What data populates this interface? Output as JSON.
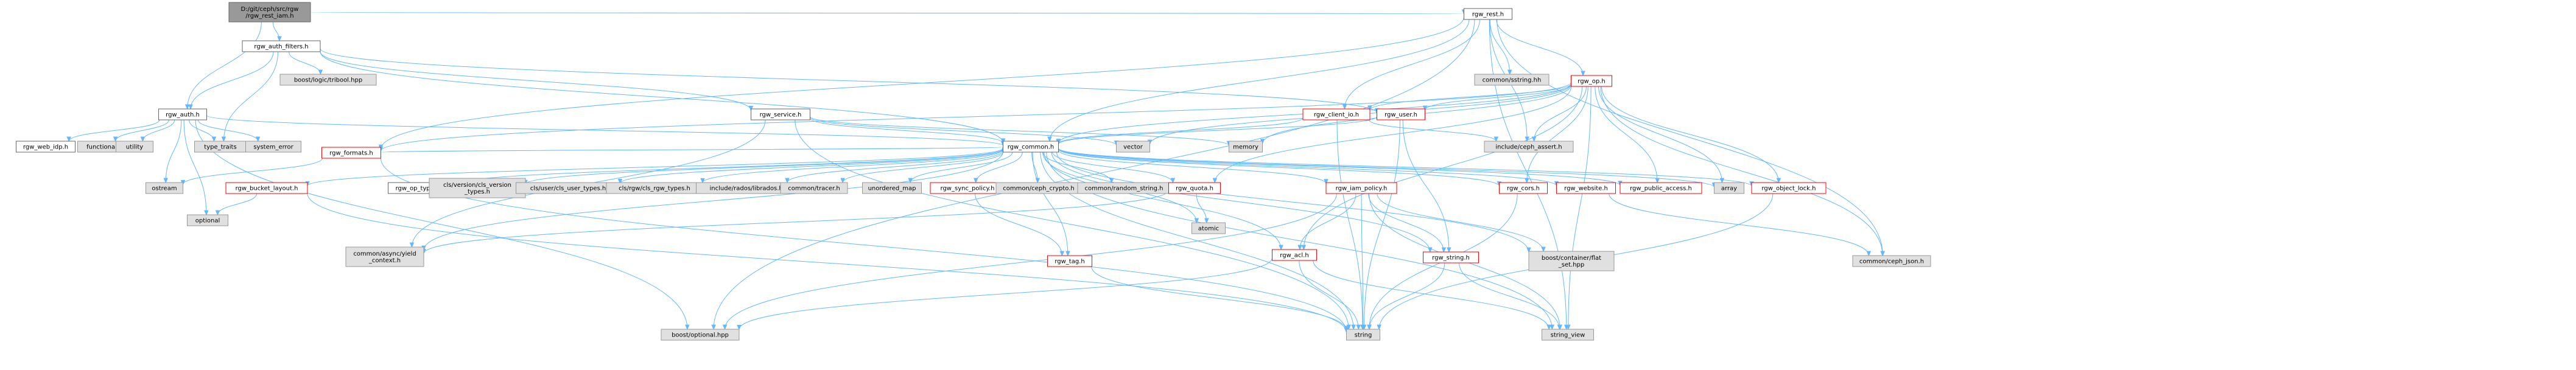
{
  "colors": {
    "edge": "#63b8ff",
    "root_fill": "#999999",
    "root_stroke": "#666666",
    "internal_fill": "#ffffff",
    "internal_stroke": "#666666",
    "external_fill": "#e0e0e0",
    "external_stroke": "#999999",
    "linked_stroke": "#ff0000",
    "text": "#000000"
  },
  "nodes": [
    {
      "id": "root",
      "lines": [
        "D:/git/ceph/src/rgw",
        "/rgw_rest_iam.h"
      ],
      "kind": "root"
    },
    {
      "id": "rgw_rest",
      "lines": [
        "rgw_rest.h"
      ],
      "kind": "internal"
    },
    {
      "id": "rgw_auth_filters",
      "lines": [
        "rgw_auth_filters.h"
      ],
      "kind": "internal"
    },
    {
      "id": "rgw_auth",
      "lines": [
        "rgw_auth.h"
      ],
      "kind": "internal"
    },
    {
      "id": "common_sstring",
      "lines": [
        "common/sstring.hh"
      ],
      "kind": "external"
    },
    {
      "id": "rgw_op",
      "lines": [
        "rgw_op.h"
      ],
      "kind": "linked"
    },
    {
      "id": "boost_tribool",
      "lines": [
        "boost/logic/tribool.hpp"
      ],
      "kind": "external"
    },
    {
      "id": "rgw_service",
      "lines": [
        "rgw_service.h"
      ],
      "kind": "internal"
    },
    {
      "id": "rgw_client_io",
      "lines": [
        "rgw_client_io.h"
      ],
      "kind": "linked"
    },
    {
      "id": "rgw_user",
      "lines": [
        "rgw_user.h"
      ],
      "kind": "linked"
    },
    {
      "id": "rgw_web_idp",
      "lines": [
        "rgw_web_idp.h"
      ],
      "kind": "internal"
    },
    {
      "id": "functional",
      "lines": [
        "functional"
      ],
      "kind": "external"
    },
    {
      "id": "utility",
      "lines": [
        "utility"
      ],
      "kind": "external"
    },
    {
      "id": "type_traits",
      "lines": [
        "type_traits"
      ],
      "kind": "external"
    },
    {
      "id": "system_error",
      "lines": [
        "system_error"
      ],
      "kind": "external"
    },
    {
      "id": "rgw_formats",
      "lines": [
        "rgw_formats.h"
      ],
      "kind": "linked"
    },
    {
      "id": "rgw_common",
      "lines": [
        "rgw_common.h"
      ],
      "kind": "internal"
    },
    {
      "id": "vector",
      "lines": [
        "vector"
      ],
      "kind": "external"
    },
    {
      "id": "memory",
      "lines": [
        "memory"
      ],
      "kind": "external"
    },
    {
      "id": "include_ceph_assert",
      "lines": [
        "include/ceph_assert.h"
      ],
      "kind": "external"
    },
    {
      "id": "cstream",
      "lines": [
        "ostream"
      ],
      "kind": "external"
    },
    {
      "id": "rgw_bucket_layout",
      "lines": [
        "rgw_bucket_layout.h"
      ],
      "kind": "linked"
    },
    {
      "id": "optional",
      "lines": [
        "optional"
      ],
      "kind": "external"
    },
    {
      "id": "rgw_op_type",
      "lines": [
        "rgw_op_type.h"
      ],
      "kind": "internal"
    },
    {
      "id": "cls_version",
      "lines": [
        "cls/version/cls_version",
        "_types.h"
      ],
      "kind": "external"
    },
    {
      "id": "cls_user",
      "lines": [
        "cls/user/cls_user_types.h"
      ],
      "kind": "external"
    },
    {
      "id": "cls_rgw",
      "lines": [
        "cls/rgw/cls_rgw_types.h"
      ],
      "kind": "external"
    },
    {
      "id": "librados",
      "lines": [
        "include/rados/librados.hpp"
      ],
      "kind": "external"
    },
    {
      "id": "tracer",
      "lines": [
        "common/tracer.h"
      ],
      "kind": "external"
    },
    {
      "id": "unordered_map",
      "lines": [
        "unordered_map"
      ],
      "kind": "external"
    },
    {
      "id": "rgw_sync_policy",
      "lines": [
        "rgw_sync_policy.h"
      ],
      "kind": "linked"
    },
    {
      "id": "ceph_crypto",
      "lines": [
        "common/ceph_crypto.h"
      ],
      "kind": "external"
    },
    {
      "id": "random_string",
      "lines": [
        "common/random_string.h"
      ],
      "kind": "external"
    },
    {
      "id": "rgw_quota",
      "lines": [
        "rgw_quota.h"
      ],
      "kind": "linked"
    },
    {
      "id": "rgw_iam_policy",
      "lines": [
        "rgw_iam_policy.h"
      ],
      "kind": "linked"
    },
    {
      "id": "rgw_cors",
      "lines": [
        "rgw_cors.h"
      ],
      "kind": "linked"
    },
    {
      "id": "rgw_website",
      "lines": [
        "rgw_website.h"
      ],
      "kind": "linked"
    },
    {
      "id": "rgw_public_access",
      "lines": [
        "rgw_public_access.h"
      ],
      "kind": "linked"
    },
    {
      "id": "array",
      "lines": [
        "array"
      ],
      "kind": "external"
    },
    {
      "id": "rgw_object_lock",
      "lines": [
        "rgw_object_lock.h"
      ],
      "kind": "linked"
    },
    {
      "id": "yield_context",
      "lines": [
        "common/async/yield",
        "_context.h"
      ],
      "kind": "external"
    },
    {
      "id": "rgw_tag",
      "lines": [
        "rgw_tag.h"
      ],
      "kind": "linked"
    },
    {
      "id": "atomic",
      "lines": [
        "atomic"
      ],
      "kind": "external"
    },
    {
      "id": "flat_set",
      "lines": [
        "boost/container/flat",
        "_set.hpp"
      ],
      "kind": "external"
    },
    {
      "id": "rgw_string",
      "lines": [
        "rgw_string.h"
      ],
      "kind": "linked"
    },
    {
      "id": "rgw_acl",
      "lines": [
        "rgw_acl.h"
      ],
      "kind": "linked"
    },
    {
      "id": "ceph_json",
      "lines": [
        "common/ceph_json.h"
      ],
      "kind": "external"
    },
    {
      "id": "boost_optional",
      "lines": [
        "boost/optional.hpp"
      ],
      "kind": "external"
    },
    {
      "id": "string",
      "lines": [
        "string"
      ],
      "kind": "external"
    },
    {
      "id": "string_view",
      "lines": [
        "string_view"
      ],
      "kind": "external"
    }
  ],
  "edges": [
    [
      "root",
      "rgw_rest"
    ],
    [
      "root",
      "rgw_auth_filters"
    ],
    [
      "root",
      "rgw_auth"
    ],
    [
      "rgw_rest",
      "common_sstring"
    ],
    [
      "rgw_rest",
      "rgw_op"
    ],
    [
      "rgw_rest",
      "rgw_common"
    ],
    [
      "rgw_rest",
      "rgw_formats"
    ],
    [
      "rgw_rest",
      "rgw_client_io"
    ],
    [
      "rgw_rest",
      "include_ceph_assert"
    ],
    [
      "rgw_rest",
      "ceph_json"
    ],
    [
      "rgw_rest",
      "string_view"
    ],
    [
      "rgw_rest",
      "boost_optional"
    ],
    [
      "rgw_auth_filters",
      "rgw_auth"
    ],
    [
      "rgw_auth_filters",
      "boost_tribool"
    ],
    [
      "rgw_auth_filters",
      "rgw_service"
    ],
    [
      "rgw_auth_filters",
      "rgw_common"
    ],
    [
      "rgw_auth_filters",
      "type_traits"
    ],
    [
      "rgw_auth_filters",
      "rgw_user"
    ],
    [
      "rgw_auth",
      "rgw_web_idp"
    ],
    [
      "rgw_auth",
      "functional"
    ],
    [
      "rgw_auth",
      "utility"
    ],
    [
      "rgw_auth",
      "type_traits"
    ],
    [
      "rgw_auth",
      "system_error"
    ],
    [
      "rgw_auth",
      "rgw_common"
    ],
    [
      "rgw_auth",
      "optional"
    ],
    [
      "rgw_auth",
      "cstream"
    ],
    [
      "rgw_auth",
      "boost_optional"
    ],
    [
      "rgw_service",
      "rgw_common"
    ],
    [
      "rgw_service",
      "vector"
    ],
    [
      "rgw_service",
      "memory"
    ],
    [
      "rgw_service",
      "string"
    ],
    [
      "rgw_service",
      "yield_context"
    ],
    [
      "rgw_op",
      "rgw_client_io"
    ],
    [
      "rgw_op",
      "rgw_user"
    ],
    [
      "rgw_op",
      "rgw_common"
    ],
    [
      "rgw_op",
      "memory"
    ],
    [
      "rgw_op",
      "include_ceph_assert"
    ],
    [
      "rgw_op",
      "vector"
    ],
    [
      "rgw_op",
      "rgw_cors"
    ],
    [
      "rgw_op",
      "rgw_quota"
    ],
    [
      "rgw_op",
      "rgw_public_access"
    ],
    [
      "rgw_op",
      "array"
    ],
    [
      "rgw_op",
      "rgw_object_lock"
    ],
    [
      "rgw_op",
      "ceph_json"
    ],
    [
      "rgw_op",
      "rgw_acl"
    ],
    [
      "rgw_op",
      "rgw_formats"
    ],
    [
      "rgw_op",
      "string_view"
    ],
    [
      "rgw_client_io",
      "rgw_common"
    ],
    [
      "rgw_client_io",
      "string"
    ],
    [
      "rgw_client_io",
      "include_ceph_assert"
    ],
    [
      "rgw_user",
      "rgw_common"
    ],
    [
      "rgw_user",
      "rgw_string"
    ],
    [
      "rgw_user",
      "string"
    ],
    [
      "rgw_formats",
      "rgw_common"
    ],
    [
      "rgw_formats",
      "cstream"
    ],
    [
      "rgw_formats",
      "string"
    ],
    [
      "rgw_common",
      "rgw_bucket_layout"
    ],
    [
      "rgw_common",
      "rgw_op_type"
    ],
    [
      "rgw_common",
      "cls_version"
    ],
    [
      "rgw_common",
      "cls_user"
    ],
    [
      "rgw_common",
      "cls_rgw"
    ],
    [
      "rgw_common",
      "librados"
    ],
    [
      "rgw_common",
      "tracer"
    ],
    [
      "rgw_common",
      "unordered_map"
    ],
    [
      "rgw_common",
      "rgw_sync_policy"
    ],
    [
      "rgw_common",
      "ceph_crypto"
    ],
    [
      "rgw_common",
      "random_string"
    ],
    [
      "rgw_common",
      "rgw_quota"
    ],
    [
      "rgw_common",
      "rgw_iam_policy"
    ],
    [
      "rgw_common",
      "rgw_cors"
    ],
    [
      "rgw_common",
      "rgw_website"
    ],
    [
      "rgw_common",
      "rgw_public_access"
    ],
    [
      "rgw_common",
      "array"
    ],
    [
      "rgw_common",
      "rgw_object_lock"
    ],
    [
      "rgw_common",
      "rgw_tag"
    ],
    [
      "rgw_common",
      "atomic"
    ],
    [
      "rgw_common",
      "rgw_acl"
    ],
    [
      "rgw_common",
      "rgw_string"
    ],
    [
      "rgw_common",
      "string"
    ],
    [
      "rgw_common",
      "string_view"
    ],
    [
      "rgw_common",
      "yield_context"
    ],
    [
      "rgw_common",
      "flat_set"
    ],
    [
      "rgw_bucket_layout",
      "optional"
    ],
    [
      "rgw_bucket_layout",
      "string"
    ],
    [
      "rgw_sync_policy",
      "rgw_tag"
    ],
    [
      "rgw_quota",
      "atomic"
    ],
    [
      "rgw_quota",
      "yield_context"
    ],
    [
      "rgw_iam_policy",
      "rgw_acl"
    ],
    [
      "rgw_iam_policy",
      "rgw_string"
    ],
    [
      "rgw_iam_policy",
      "flat_set"
    ],
    [
      "rgw_iam_policy",
      "string"
    ],
    [
      "rgw_iam_policy",
      "string_view"
    ],
    [
      "rgw_iam_policy",
      "boost_optional"
    ],
    [
      "rgw_cors",
      "string"
    ],
    [
      "rgw_website",
      "ceph_json"
    ],
    [
      "rgw_object_lock",
      "string"
    ],
    [
      "rgw_tag",
      "string"
    ],
    [
      "rgw_string",
      "string"
    ],
    [
      "rgw_string",
      "string_view"
    ],
    [
      "rgw_acl",
      "string"
    ],
    [
      "rgw_acl",
      "boost_optional"
    ],
    [
      "rgw_acl",
      "string_view"
    ]
  ]
}
